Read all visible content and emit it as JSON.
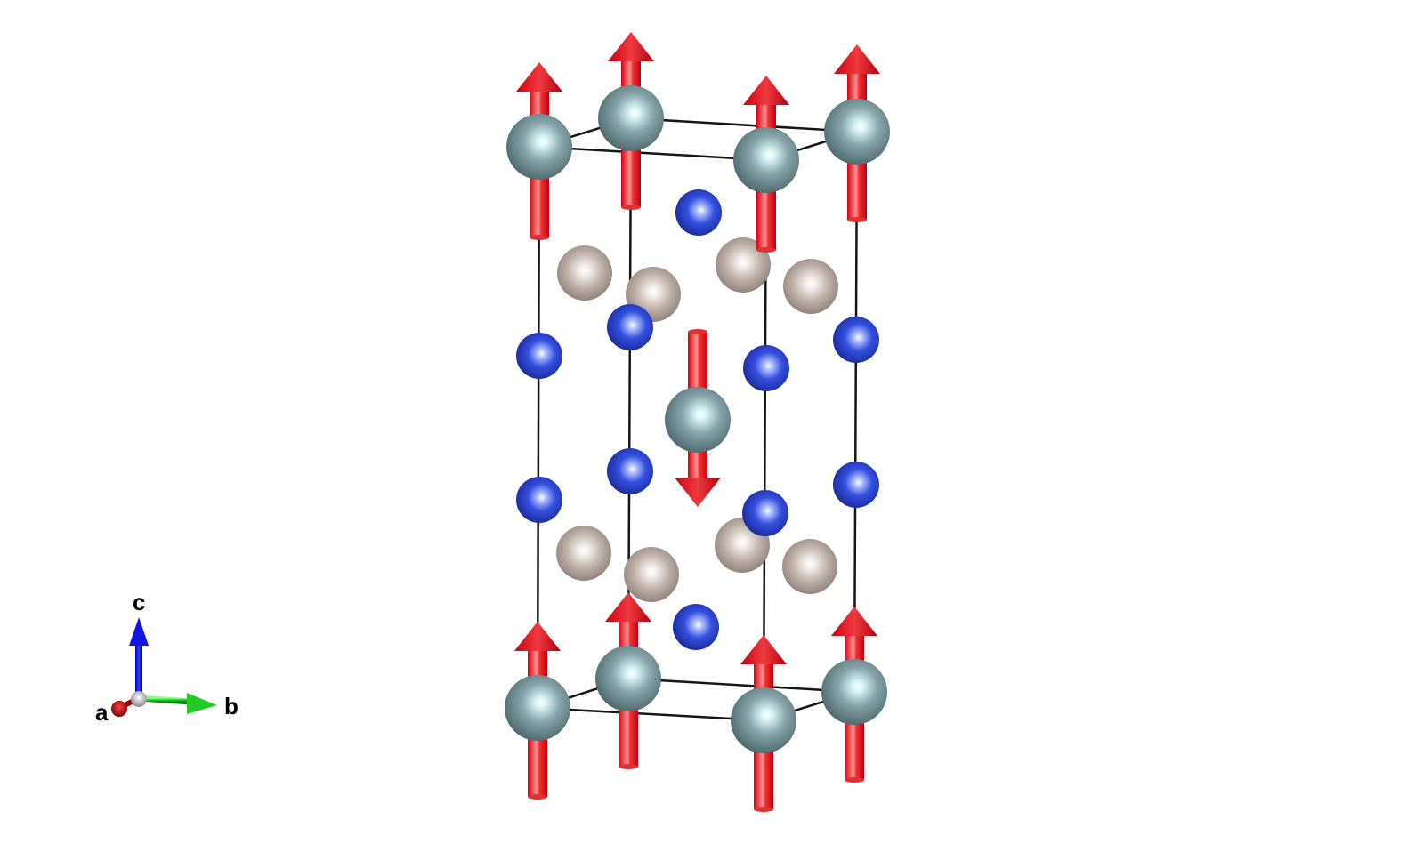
{
  "axes": {
    "a_label": "a",
    "b_label": "b",
    "c_label": "c",
    "a_color": "#c00000",
    "b_color": "#22cc22",
    "c_color": "#1010e0"
  },
  "colors": {
    "magnetic_atom": "#6f8e94",
    "blue_atom": "#2a3fd0",
    "beige_atom": "#b8aca4",
    "spin_arrow": "#e51c23",
    "cell_edge": "#111111",
    "background": "#ffffff"
  },
  "structure": {
    "spins_up": 8,
    "spins_down": 1
  }
}
